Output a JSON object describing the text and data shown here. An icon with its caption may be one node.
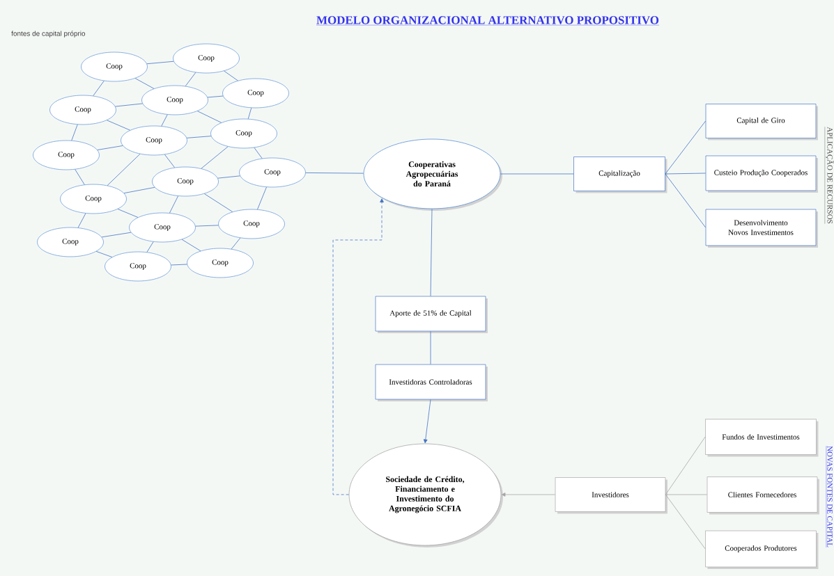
{
  "diagram": {
    "title": "MODELO ORGANIZACIONAL  ALTERNATIVO  PROPOSITIVO",
    "nodes": [
      {
        "text": [
          "Coop"
        ]
      },
      {
        "text": [
          "Coop"
        ]
      },
      {
        "text": [
          "Coop"
        ]
      },
      {
        "text": [
          "Coop"
        ]
      },
      {
        "text": [
          "Coop"
        ]
      },
      {
        "text": [
          "Coop"
        ]
      },
      {
        "text": [
          "Coop"
        ]
      },
      {
        "text": [
          "Coop"
        ]
      },
      {
        "text": [
          "Coop"
        ]
      },
      {
        "text": [
          "Coop"
        ]
      },
      {
        "text": [
          "Coop"
        ]
      },
      {
        "text": [
          "Coop"
        ]
      },
      {
        "text": [
          "Coop"
        ]
      },
      {
        "text": [
          "Coop"
        ]
      },
      {
        "text": [
          "Coop"
        ]
      },
      {
        "text": [
          "Coop"
        ]
      },
      {
        "text": [
          "Cooperativas Agropecuárias do Paraná"
        ]
      },
      {
        "text": [
          "Capitalização"
        ]
      },
      {
        "text": [
          "Capital de Giro"
        ]
      },
      {
        "text": [
          "Custeio Produção Cooperados"
        ]
      },
      {
        "text": [
          "Desenvolvimento Novos Investimentos"
        ]
      },
      {
        "text": [
          "Aporte de 51% de Capital"
        ]
      },
      {
        "text": [
          "Investidoras Controladoras"
        ]
      },
      {
        "text": [
          "Sociedade de Crédito, Financiamento e Investimento do Agronegócio SCFIA"
        ]
      },
      {
        "text": [
          "Investidores"
        ]
      },
      {
        "text": [
          "Fundos de Investimentos"
        ]
      },
      {
        "text": [
          "Clientes Fornecedores"
        ]
      },
      {
        "text": [
          "Cooperados Produtores"
        ]
      }
    ],
    "edges": [
      {
        "from": 0,
        "to": 1,
        "arrow": "none"
      },
      {
        "from": 0,
        "to": 2,
        "arrow": "none"
      },
      {
        "from": 0,
        "to": 3,
        "arrow": "none"
      },
      {
        "from": 1,
        "to": 3,
        "arrow": "none"
      },
      {
        "from": 1,
        "to": 4,
        "arrow": "none"
      },
      {
        "from": 2,
        "to": 3,
        "arrow": "none"
      },
      {
        "from": 3,
        "to": 4,
        "arrow": "none"
      },
      {
        "from": 2,
        "to": 6,
        "arrow": "none"
      },
      {
        "from": 3,
        "to": 6,
        "arrow": "none"
      },
      {
        "from": 3,
        "to": 7,
        "arrow": "none"
      },
      {
        "from": 4,
        "to": 7,
        "arrow": "none"
      },
      {
        "from": 7,
        "to": 10,
        "arrow": "none"
      },
      {
        "from": 2,
        "to": 5,
        "arrow": "none"
      },
      {
        "from": 5,
        "to": 6,
        "arrow": "none"
      },
      {
        "from": 6,
        "to": 7,
        "arrow": "none"
      },
      {
        "from": 6,
        "to": 8,
        "arrow": "none"
      },
      {
        "from": 6,
        "to": 9,
        "arrow": "none"
      },
      {
        "from": 7,
        "to": 9,
        "arrow": "none"
      },
      {
        "from": 9,
        "to": 10,
        "arrow": "none"
      },
      {
        "from": 5,
        "to": 8,
        "arrow": "none"
      },
      {
        "from": 8,
        "to": 9,
        "arrow": "none"
      },
      {
        "from": 9,
        "to": 12,
        "arrow": "none"
      },
      {
        "from": 9,
        "to": 13,
        "arrow": "none"
      },
      {
        "from": 10,
        "to": 13,
        "arrow": "none"
      },
      {
        "from": 8,
        "to": 11,
        "arrow": "none"
      },
      {
        "from": 8,
        "to": 12,
        "arrow": "none"
      },
      {
        "from": 11,
        "to": 12,
        "arrow": "none"
      },
      {
        "from": 12,
        "to": 14,
        "arrow": "none"
      },
      {
        "from": 12,
        "to": 13,
        "arrow": "none"
      },
      {
        "from": 12,
        "to": 15,
        "arrow": "none"
      },
      {
        "from": 13,
        "to": 15,
        "arrow": "none"
      },
      {
        "from": 11,
        "to": 14,
        "arrow": "none"
      },
      {
        "from": 14,
        "to": 15,
        "arrow": "none"
      },
      {
        "from": 10,
        "to": 16,
        "arrow": "none"
      },
      {
        "from": 16,
        "to": 17,
        "arrow": "none"
      },
      {
        "from": 17,
        "to": 18,
        "arrow": "none"
      },
      {
        "from": 17,
        "to": 19,
        "arrow": "none"
      },
      {
        "from": 17,
        "to": 20,
        "arrow": "none"
      },
      {
        "from": 16,
        "to": 21,
        "arrow": "none"
      },
      {
        "from": 21,
        "to": 22,
        "arrow": "none"
      },
      {
        "from": 22,
        "to": 23,
        "arrow": "to"
      },
      {
        "from": 23,
        "to": 16,
        "arrow": "to",
        "style": "dashed"
      },
      {
        "from": 24,
        "to": 23,
        "arrow": "to",
        "color": "#a6a6a6"
      },
      {
        "from": 24,
        "to": 25,
        "arrow": "none",
        "color": "#a6a6a6"
      },
      {
        "from": 24,
        "to": 26,
        "arrow": "none",
        "color": "#a6a6a6"
      },
      {
        "from": 24,
        "to": 27,
        "arrow": "none",
        "color": "#a6a6a6"
      }
    ],
    "labels": [
      "fontes de capital próprio",
      "APLICAÇÃO DE RECURSOS",
      "NOVAS FONTES DE CAPITAL"
    ]
  }
}
